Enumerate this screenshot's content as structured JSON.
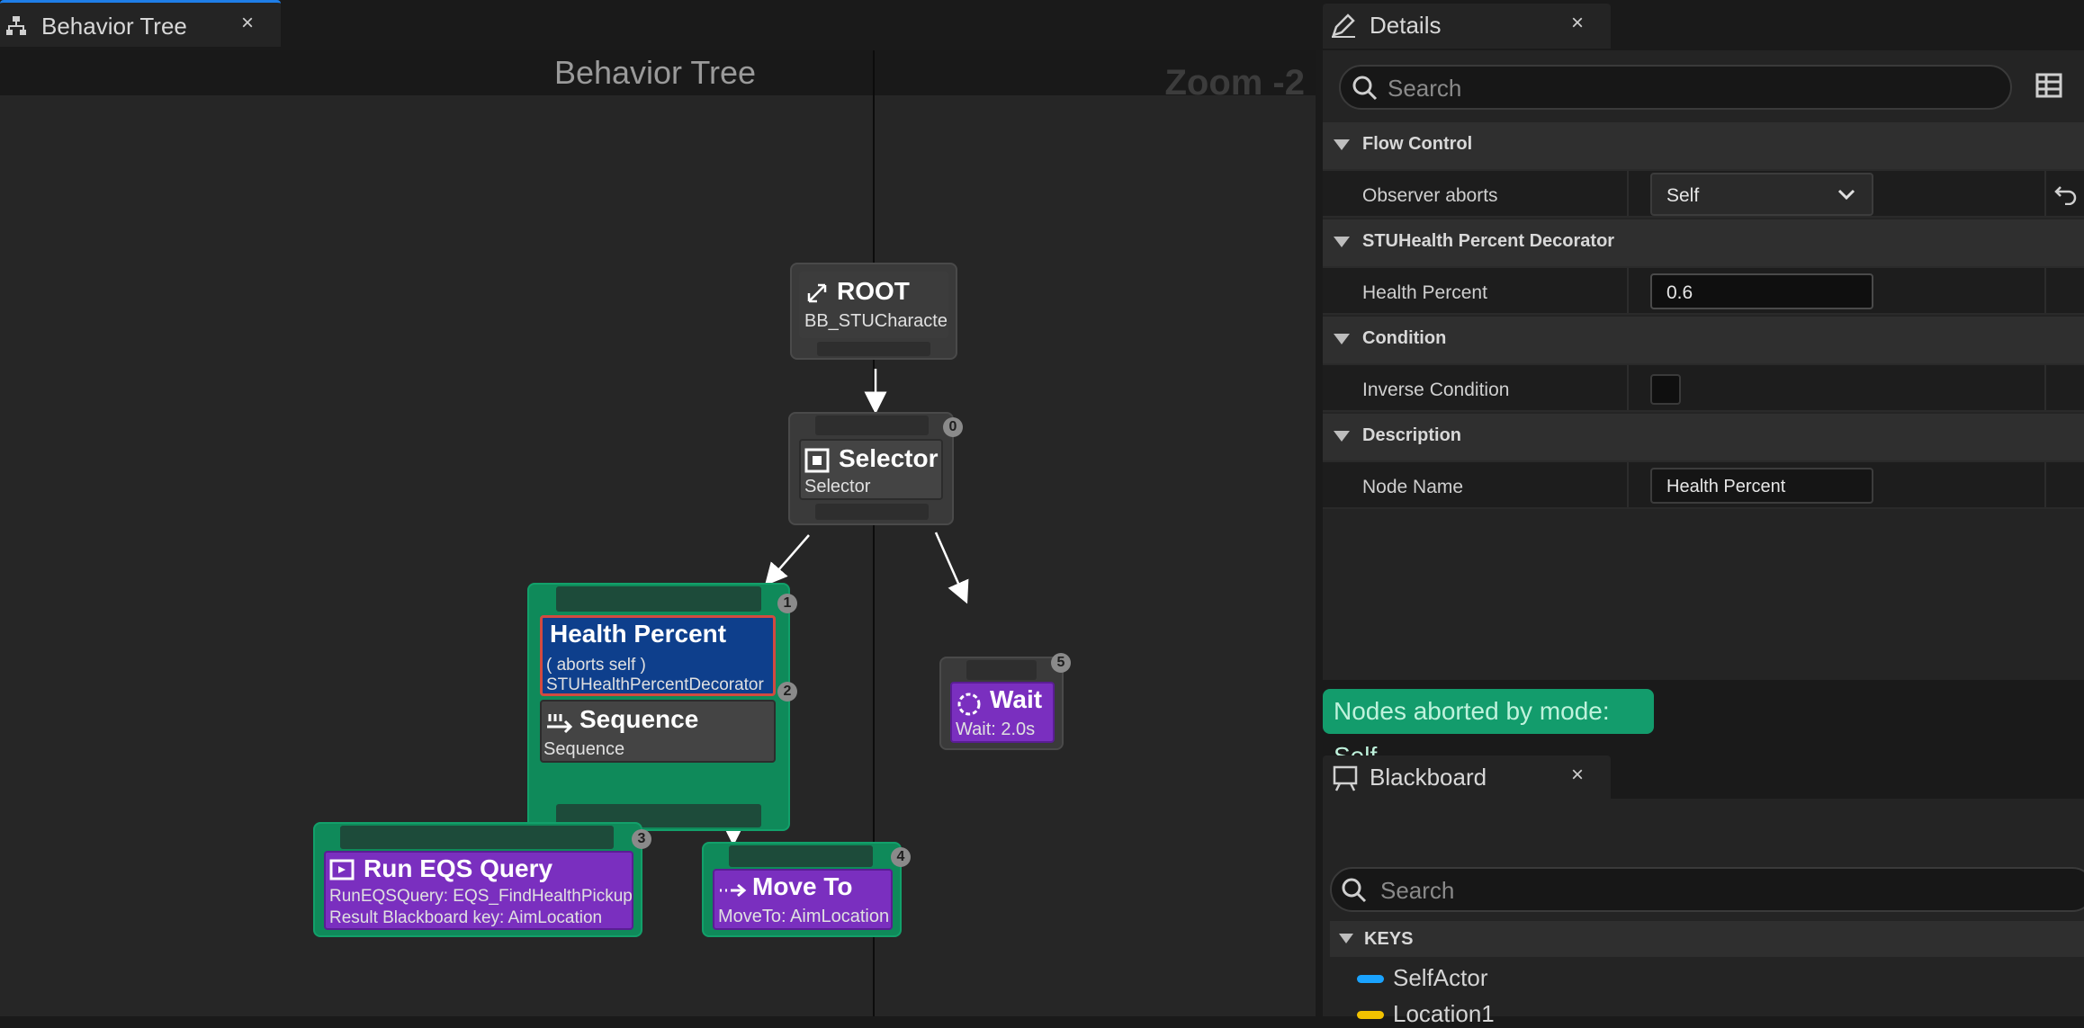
{
  "tabs": {
    "behavior_tree": {
      "label": "Behavior Tree",
      "close": "×"
    },
    "details": {
      "label": "Details",
      "close": "×"
    },
    "blackboard": {
      "label": "Blackboard",
      "close": "×"
    }
  },
  "graph": {
    "title": "Behavior Tree",
    "zoom": "Zoom -2",
    "nodes": {
      "root": {
        "title": "ROOT",
        "subtitle": "BB_STUCharacter"
      },
      "selector": {
        "title": "Selector",
        "subtitle": "Selector",
        "index": "0"
      },
      "health_percent": {
        "title": "Health Percent",
        "line1": "( aborts self )",
        "line2": "STUHealthPercentDecorator",
        "index": "2"
      },
      "sequence": {
        "title": "Sequence",
        "subtitle": "Sequence",
        "index": "1"
      },
      "wait": {
        "title": "Wait",
        "subtitle": "Wait: 2.0s",
        "index": "5"
      },
      "run_eqs": {
        "title": "Run EQS Query",
        "line1": "RunEQSQuery: EQS_FindHealthPickup",
        "line2": "Result Blackboard key: AimLocation",
        "index": "3"
      },
      "move_to": {
        "title": "Move To",
        "subtitle": "MoveTo: AimLocation",
        "index": "4"
      }
    }
  },
  "details": {
    "search_placeholder": "Search",
    "categories": {
      "flow_control": "Flow Control",
      "decorator": "STUHealth Percent Decorator",
      "condition": "Condition",
      "description": "Description"
    },
    "props": {
      "observer_aborts": {
        "label": "Observer aborts",
        "value": "Self"
      },
      "health_percent": {
        "label": "Health Percent",
        "value": "0.6"
      },
      "inverse_condition": {
        "label": "Inverse Condition",
        "checked": false
      },
      "node_name": {
        "label": "Node Name",
        "value": "Health Percent"
      }
    }
  },
  "abort_banner": "Nodes aborted by mode: Self",
  "blackboard": {
    "search_placeholder": "Search",
    "keys_header": "KEYS",
    "keys": [
      {
        "name": "SelfActor",
        "color": "#1aa3ff"
      },
      {
        "name": "Location1",
        "color": "#f2c200"
      }
    ]
  },
  "colors": {
    "composite_green": "#0f8a5a",
    "task_purple": "#7a2fbf",
    "decorator_blue": "#0e3f8c",
    "banner_green": "#139c6c"
  }
}
